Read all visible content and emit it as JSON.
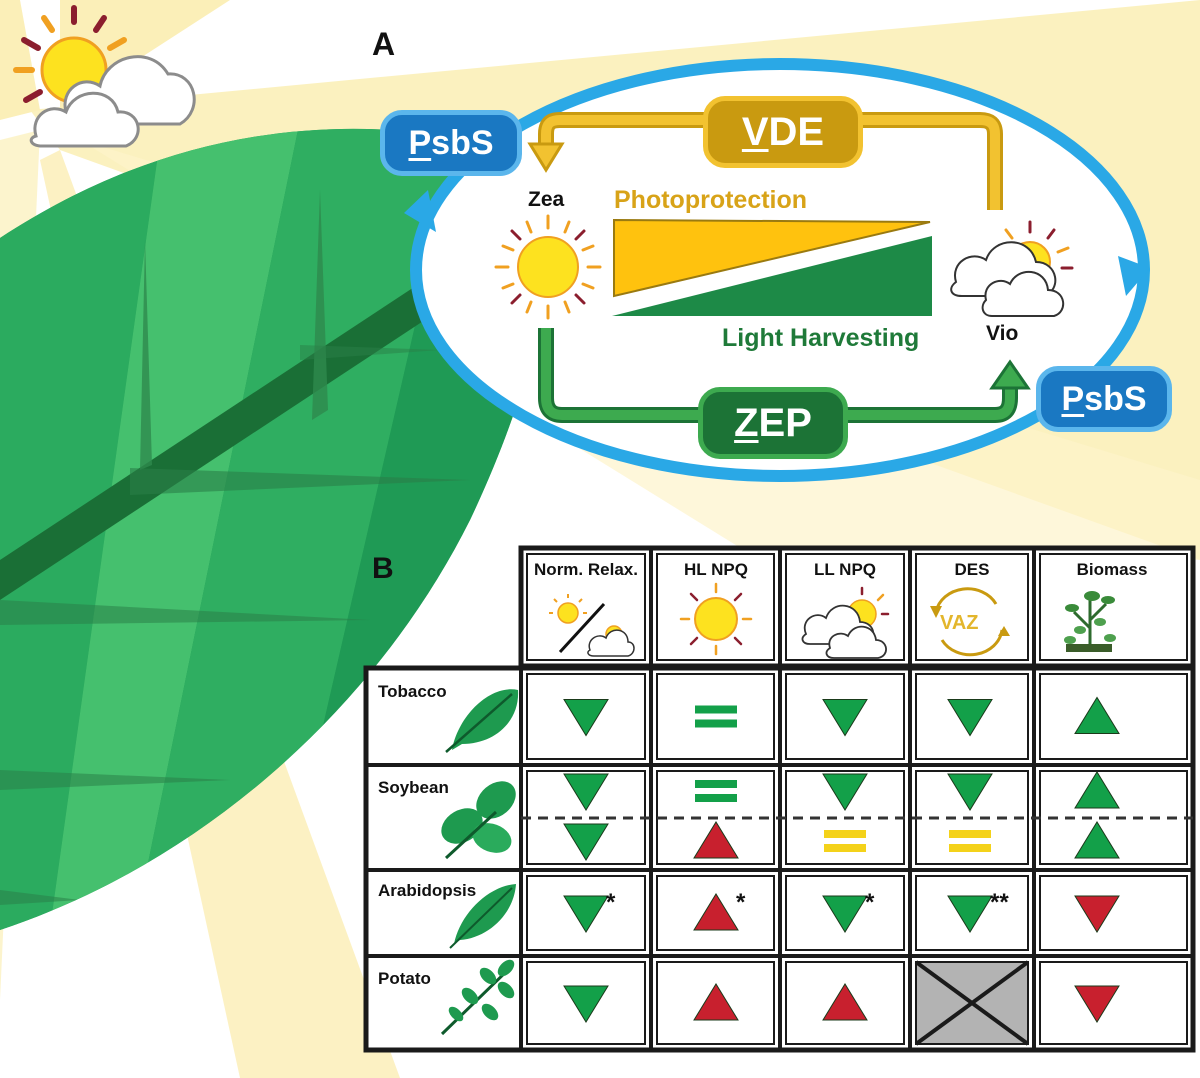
{
  "panel_a": {
    "label": "A",
    "zea": "Zea",
    "vio": "Vio",
    "photoprotection": "Photoprotection",
    "light_harvesting": "Light Harvesting",
    "enzymes": {
      "vde": {
        "initial": "V",
        "rest": "DE"
      },
      "zep": {
        "initial": "Z",
        "rest": "EP"
      },
      "psbs_left": {
        "initial": "P",
        "rest": "sbS"
      },
      "psbs_right": {
        "initial": "P",
        "rest": "sbS"
      }
    }
  },
  "panel_b": {
    "label": "B",
    "columns": [
      "Norm. Relax.",
      "HL NPQ",
      "LL NPQ",
      "DES",
      "Biomass"
    ],
    "des_icon_text": "VAZ",
    "rows": [
      {
        "name": "Tobacco",
        "cells": [
          [
            {
              "s": "down",
              "c": "green",
              "a": ""
            }
          ],
          [
            {
              "s": "equal",
              "c": "green",
              "a": ""
            }
          ],
          [
            {
              "s": "down",
              "c": "green",
              "a": ""
            }
          ],
          [
            {
              "s": "down",
              "c": "green",
              "a": ""
            }
          ],
          [
            {
              "s": "up",
              "c": "green",
              "a": ""
            }
          ]
        ]
      },
      {
        "name": "Soybean",
        "split": true,
        "cells": [
          [
            {
              "s": "down",
              "c": "green",
              "a": ""
            },
            {
              "s": "down",
              "c": "green",
              "a": ""
            }
          ],
          [
            {
              "s": "equal",
              "c": "green",
              "a": ""
            },
            {
              "s": "up",
              "c": "red",
              "a": ""
            }
          ],
          [
            {
              "s": "down",
              "c": "green",
              "a": ""
            },
            {
              "s": "equal",
              "c": "yellow",
              "a": ""
            }
          ],
          [
            {
              "s": "down",
              "c": "green",
              "a": ""
            },
            {
              "s": "equal",
              "c": "yellow",
              "a": ""
            }
          ],
          [
            {
              "s": "up",
              "c": "green",
              "a": ""
            },
            {
              "s": "up",
              "c": "green",
              "a": ""
            }
          ]
        ]
      },
      {
        "name": "Arabidopsis",
        "cells": [
          [
            {
              "s": "down",
              "c": "green",
              "a": "*"
            }
          ],
          [
            {
              "s": "up",
              "c": "red",
              "a": "*"
            }
          ],
          [
            {
              "s": "down",
              "c": "green",
              "a": "*"
            }
          ],
          [
            {
              "s": "down",
              "c": "green",
              "a": "**"
            }
          ],
          [
            {
              "s": "down",
              "c": "red",
              "a": ""
            }
          ]
        ]
      },
      {
        "name": "Potato",
        "cells": [
          [
            {
              "s": "down",
              "c": "green",
              "a": ""
            }
          ],
          [
            {
              "s": "up",
              "c": "red",
              "a": ""
            }
          ],
          [
            {
              "s": "up",
              "c": "red",
              "a": ""
            }
          ],
          [
            {
              "s": "na",
              "c": "gray",
              "a": ""
            }
          ],
          [
            {
              "s": "down",
              "c": "red",
              "a": ""
            }
          ]
        ]
      }
    ]
  },
  "colors": {
    "green": "#13a049",
    "red": "#c8202e",
    "yellow": "#f4d21a",
    "gray": "#b3b3b3",
    "blue_cycle": "#2aa8e6",
    "leaf_dark": "#1f8c4a",
    "leaf_light": "#3bb763",
    "sun_yellow": "#fde21f",
    "pale_yellow": "#fbefb8"
  }
}
